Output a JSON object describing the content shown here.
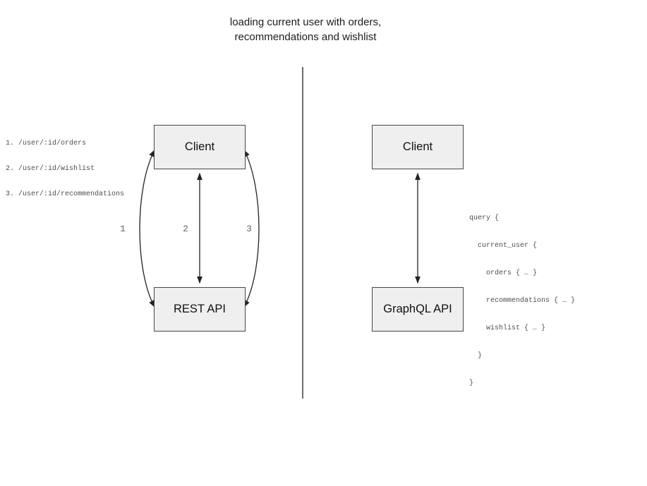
{
  "title": {
    "line1": "loading current user with orders,",
    "line2": "recommendations and wishlist"
  },
  "left": {
    "endpoints": [
      "1. /user/:id/orders",
      "2. /user/:id/wishlist",
      "3. /user/:id/recommendations"
    ],
    "client_label": "Client",
    "api_label": "REST API",
    "arrow_labels": [
      "1",
      "2",
      "3"
    ]
  },
  "right": {
    "client_label": "Client",
    "api_label": "GraphQL API",
    "code_lines": [
      "query {",
      "  current_user {",
      "    orders { … }",
      "    recommendations { … }",
      "    wishlist { … }",
      "  }",
      "}"
    ]
  },
  "colors": {
    "box_fill": "#efefef",
    "box_border": "#474747",
    "arrow_stroke": "#222222",
    "divider_stroke": "#6b6b6b",
    "code_text": "#4d4d4d",
    "arrow_label_text": "#666666",
    "title_text": "#1c1c1c"
  }
}
